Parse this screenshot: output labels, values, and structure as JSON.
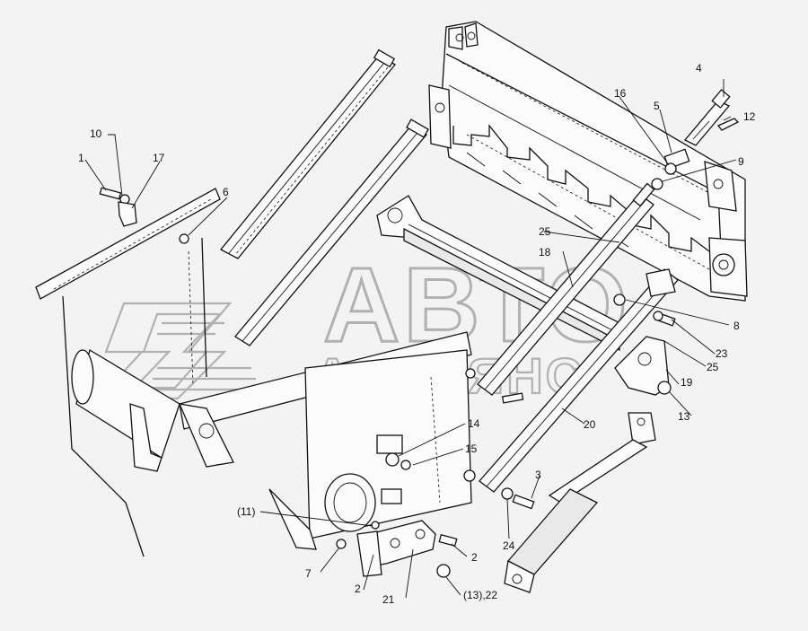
{
  "watermark": {
    "line1": "АВТО",
    "line2": "ААЛЬЯНС"
  },
  "callouts": [
    {
      "id": "c1",
      "label": "1"
    },
    {
      "id": "c2a",
      "label": "2"
    },
    {
      "id": "c2b",
      "label": "2"
    },
    {
      "id": "c3",
      "label": "3"
    },
    {
      "id": "c4",
      "label": "4"
    },
    {
      "id": "c5",
      "label": "5"
    },
    {
      "id": "c6",
      "label": "6"
    },
    {
      "id": "c7",
      "label": "7"
    },
    {
      "id": "c8",
      "label": "8"
    },
    {
      "id": "c9",
      "label": "9"
    },
    {
      "id": "c10",
      "label": "10"
    },
    {
      "id": "c11",
      "label": "(11)"
    },
    {
      "id": "c12",
      "label": "12"
    },
    {
      "id": "c13",
      "label": "13"
    },
    {
      "id": "c13-22",
      "label": "(13),22"
    },
    {
      "id": "c14",
      "label": "14"
    },
    {
      "id": "c15",
      "label": "15"
    },
    {
      "id": "c16",
      "label": "16"
    },
    {
      "id": "c17",
      "label": "17"
    },
    {
      "id": "c18",
      "label": "18"
    },
    {
      "id": "c19",
      "label": "19"
    },
    {
      "id": "c20",
      "label": "20"
    },
    {
      "id": "c21",
      "label": "21"
    },
    {
      "id": "c23",
      "label": "23"
    },
    {
      "id": "c24",
      "label": "24"
    },
    {
      "id": "c25a",
      "label": "25"
    },
    {
      "id": "c25b",
      "label": "25"
    }
  ]
}
